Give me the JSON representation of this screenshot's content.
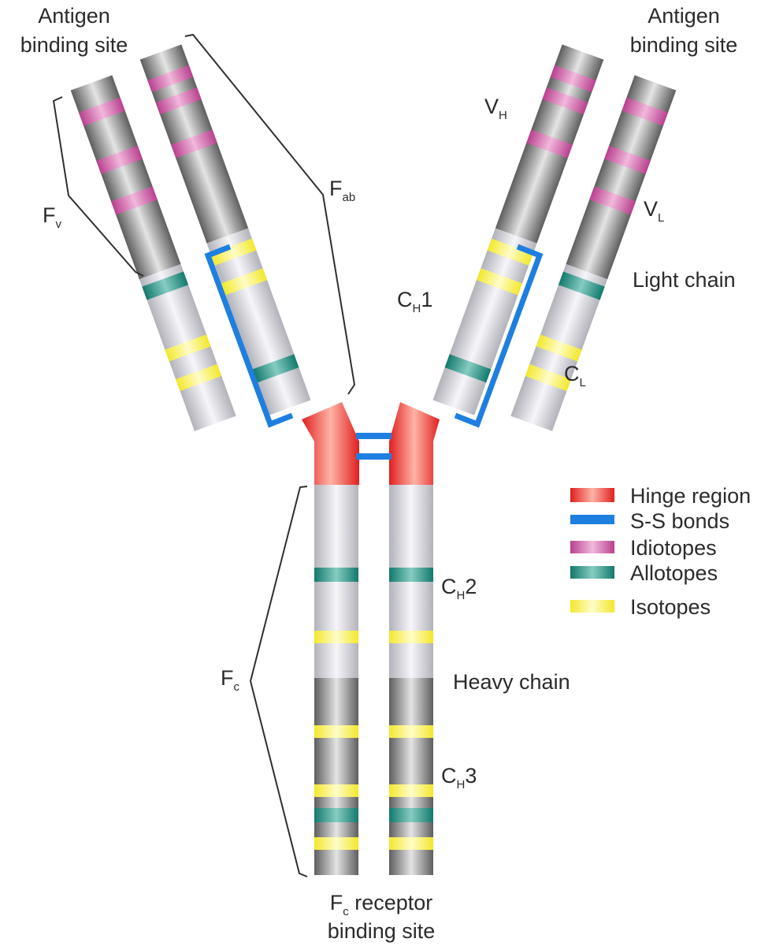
{
  "labels": {
    "antigen_site_left": [
      "Antigen",
      "binding site"
    ],
    "antigen_site_right": [
      "Antigen",
      "binding site"
    ],
    "fv": {
      "main": "F",
      "sub": "v"
    },
    "fab": {
      "main": "F",
      "sub": "ab"
    },
    "vh": {
      "main": "V",
      "sub": "H"
    },
    "vl": {
      "main": "V",
      "sub": "L"
    },
    "light_chain": "Light chain",
    "ch1": {
      "main": "C",
      "sub": "H",
      "tail": "1"
    },
    "cl": {
      "main": "C",
      "sub": "L"
    },
    "ch2": {
      "main": "C",
      "sub": "H",
      "tail": "2"
    },
    "heavy_chain": "Heavy chain",
    "ch3": {
      "main": "C",
      "sub": "H",
      "tail": "3"
    },
    "fc": {
      "main": "F",
      "sub": "c"
    },
    "fc_receptor": {
      "main": "F",
      "sub": "c",
      "rest": " receptor",
      "line2": "binding site"
    }
  },
  "legend": [
    {
      "label": "Hinge region",
      "color": "#e83a3a",
      "kind": "grad"
    },
    {
      "label": "S-S bonds",
      "color": "#1e7fe0",
      "kind": "solid"
    },
    {
      "label": "Idiotopes",
      "color": "#c255a0",
      "kind": "grad"
    },
    {
      "label": "Allotopes",
      "color": "#1e8f80",
      "kind": "grad"
    },
    {
      "label": "Isotopes",
      "color": "#f5ec3a",
      "kind": "grad"
    }
  ],
  "colors": {
    "light_segment": "#d4d4da",
    "dark_segment": "#7d7d7d",
    "hinge": "#e83a3a",
    "ss_bond": "#1e7fe0",
    "idiotope": "#c255a0",
    "allotope": "#1e8f80",
    "isotope": "#f5ec3a",
    "bracket": "#2f2f2f"
  }
}
